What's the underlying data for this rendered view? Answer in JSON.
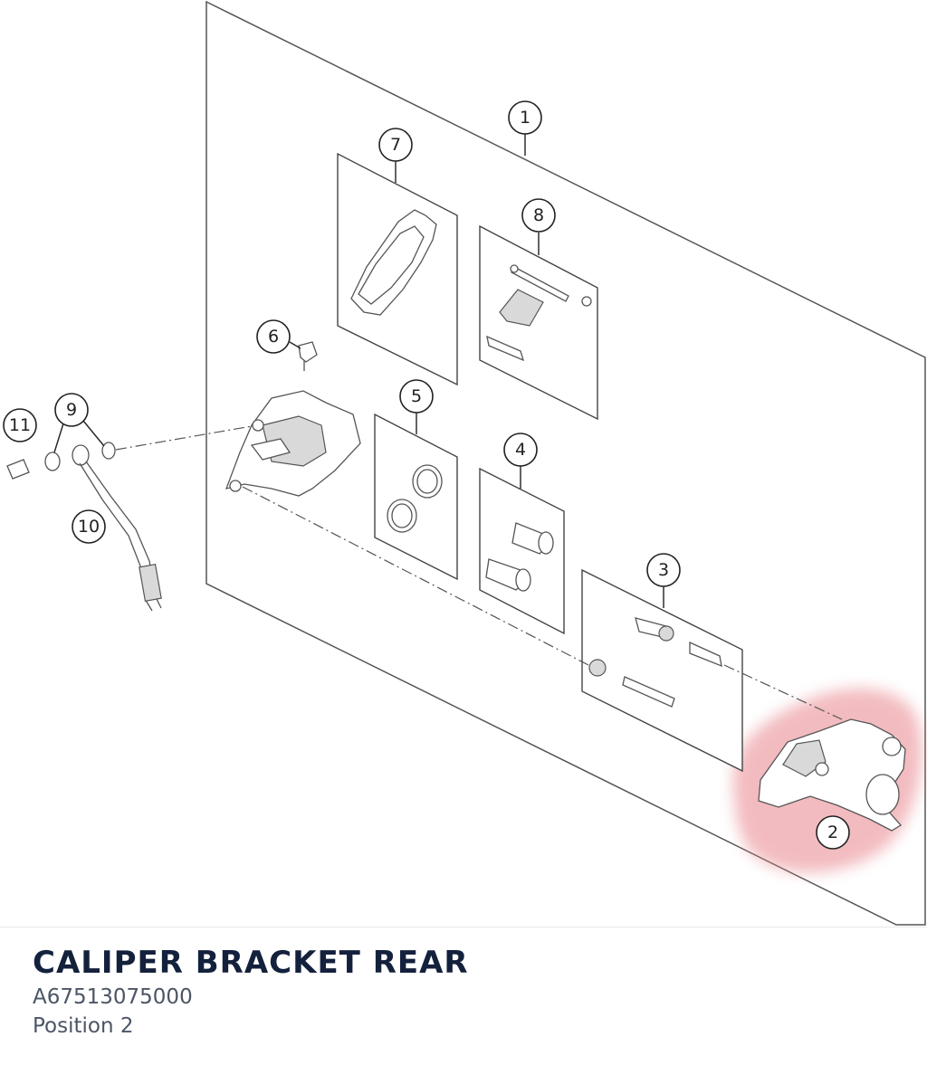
{
  "diagram": {
    "callouts": [
      "1",
      "2",
      "3",
      "4",
      "5",
      "6",
      "7",
      "8",
      "9",
      "10",
      "11"
    ],
    "highlight_color": "#e8848c"
  },
  "caption": {
    "title": "CALIPER BRACKET REAR",
    "part_number": "A67513075000",
    "position": "Position 2"
  },
  "colors": {
    "title": "#14213d",
    "subtext": "#4c5565"
  }
}
